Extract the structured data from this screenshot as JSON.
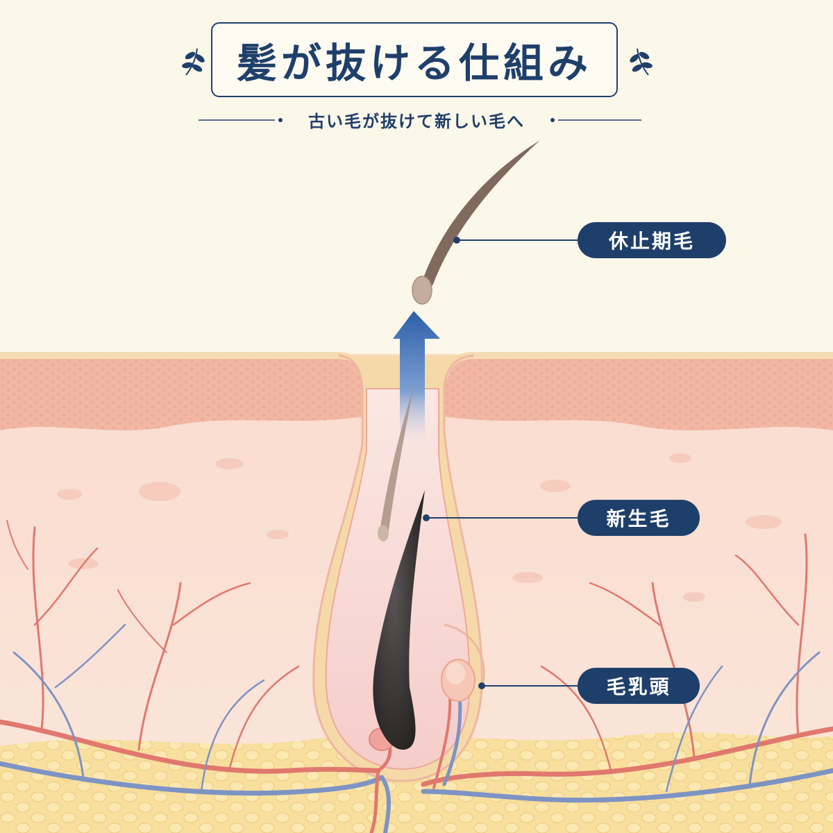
{
  "title": "髪が抜ける仕組み",
  "subtitle": "古い毛が抜けて新しい毛へ",
  "labels": {
    "telogen": "休止期毛",
    "new_hair": "新生毛",
    "papilla": "毛乳頭"
  },
  "colors": {
    "navy": "#1f3f6b",
    "background": "#fbf7e9",
    "epidermis": "#f2b8a4",
    "dermis": "#f9ddd0",
    "fat": "#f8df9e",
    "artery": "#e0786e",
    "vein": "#7d93c4",
    "new_hair": "#2e2a2a",
    "old_hair": "#8a7466"
  },
  "icons": [
    "leaf-ornament-icon",
    "up-arrow-icon"
  ]
}
